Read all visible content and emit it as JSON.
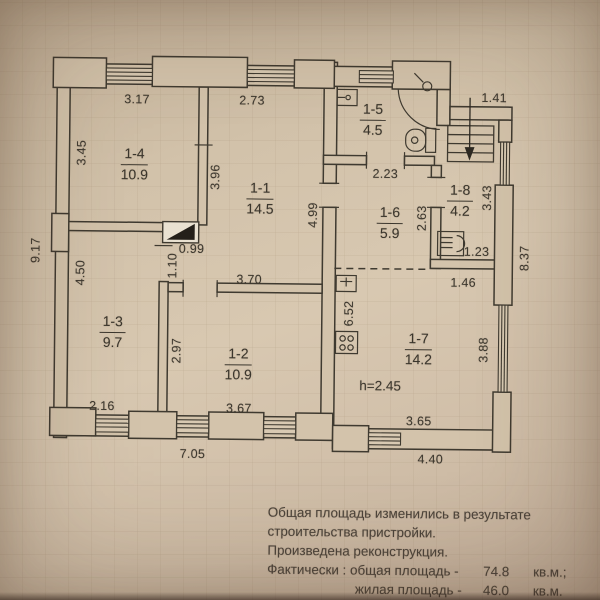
{
  "plan": {
    "rooms": {
      "r14": {
        "num": "1-4",
        "area": "10.9"
      },
      "r11": {
        "num": "1-1",
        "area": "14.5"
      },
      "r13": {
        "num": "1-3",
        "area": "9.7"
      },
      "r12": {
        "num": "1-2",
        "area": "10.9"
      },
      "r15": {
        "num": "1-5",
        "area": "4.5"
      },
      "r16": {
        "num": "1-6",
        "area": "5.9"
      },
      "r18": {
        "num": "1-8",
        "area": "4.2"
      },
      "r17": {
        "num": "1-7",
        "area": "14.2"
      }
    },
    "height_note": "h=2.45",
    "dims": {
      "w317": "3.17",
      "w273": "2.73",
      "v345": "3.45",
      "v396": "3.96",
      "v917": "9.17",
      "v499": "4.99",
      "v450": "4.50",
      "w099": "0.99",
      "v110": "1.10",
      "w370": "3.70",
      "w216": "2.16",
      "w367": "3.67",
      "w705": "7.05",
      "v297": "2.97",
      "w223": "2.23",
      "w141": "1.41",
      "v263": "2.63",
      "v343": "3.43",
      "w123": "1.23",
      "w146": "1.46",
      "v837": "8.37",
      "v652": "6.52",
      "v388": "3.88",
      "w365": "3.65",
      "w440": "4.40"
    }
  },
  "notes": {
    "line1": "Общая площадь изменились в результате",
    "line2": "строительства пристройки.",
    "line3": "Произведена реконструкция.",
    "fact_label": "Фактически : общая площадь -",
    "fact_value": "74.8",
    "fact_unit": "кв.м.;",
    "living_label": "жилая площадь -",
    "living_value": "46.0",
    "living_unit": "кв.м."
  }
}
